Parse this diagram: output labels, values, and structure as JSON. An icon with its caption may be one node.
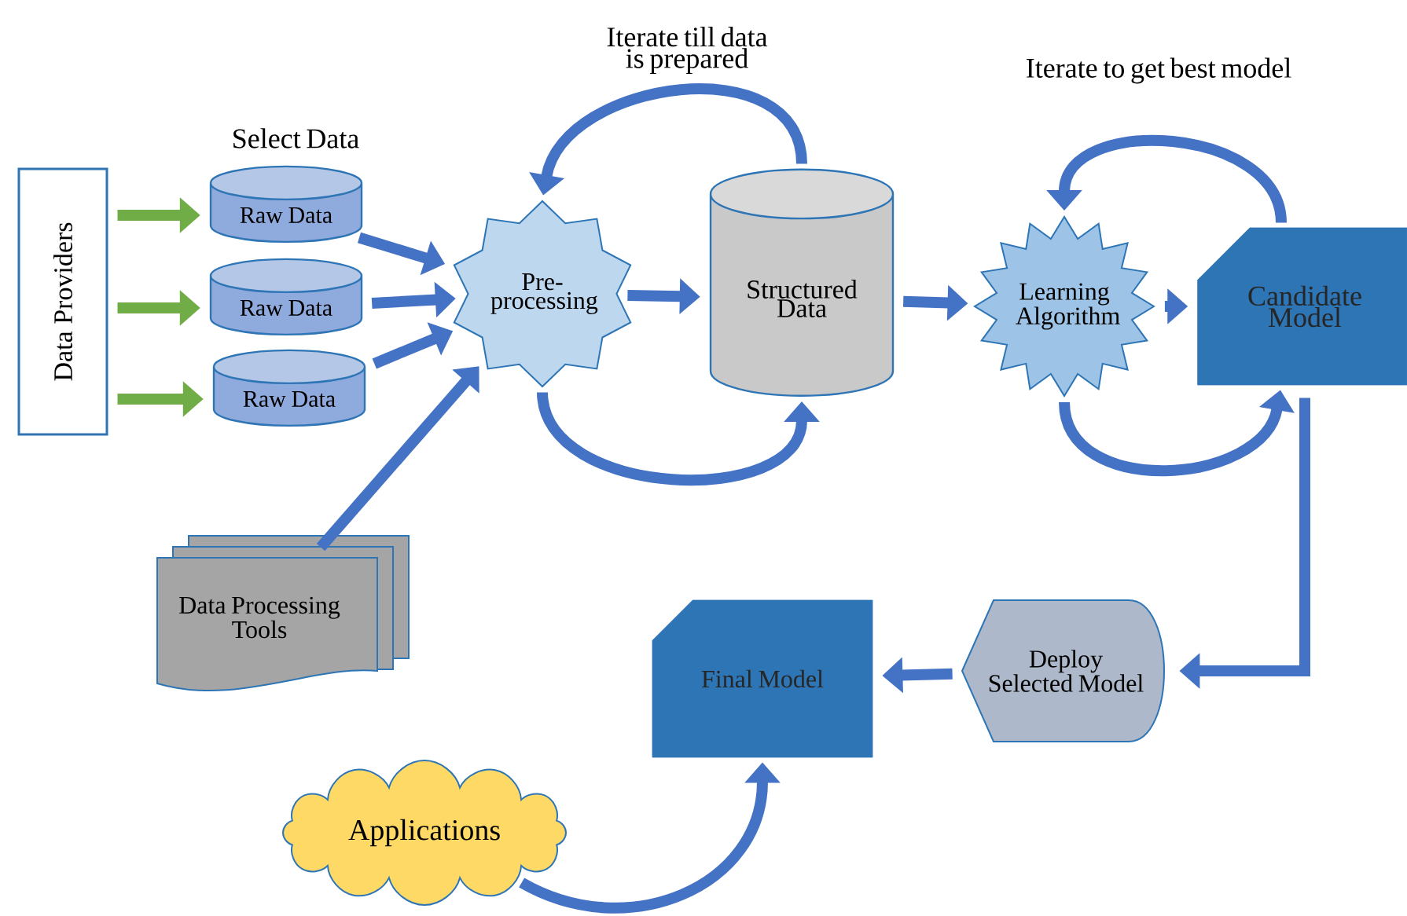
{
  "diagram": {
    "nodes": [
      {
        "text": [
          "Data Providers"
        ]
      },
      {
        "text": [
          "Raw Data"
        ]
      },
      {
        "text": [
          "Raw Data"
        ]
      },
      {
        "text": [
          "Raw Data"
        ]
      },
      {
        "text": [
          "Pre-processing"
        ]
      },
      {
        "text": [
          "Structured Data"
        ]
      },
      {
        "text": [
          "Learning Algorithm"
        ]
      },
      {
        "text": [
          "Candidate Model"
        ]
      },
      {
        "text": [
          "Deploy Selected Model"
        ]
      },
      {
        "text": [
          "Final Model"
        ]
      },
      {
        "text": [
          "Data Processing Tools"
        ]
      },
      {
        "text": [
          "Applications"
        ]
      }
    ],
    "edges": [
      {
        "from": 0,
        "to": 1,
        "arrow": "to",
        "color": "#70ad47"
      },
      {
        "from": 0,
        "to": 2,
        "arrow": "to",
        "color": "#70ad47"
      },
      {
        "from": 0,
        "to": 3,
        "arrow": "to",
        "color": "#70ad47"
      },
      {
        "from": 1,
        "to": 4,
        "arrow": "to"
      },
      {
        "from": 2,
        "to": 4,
        "arrow": "to"
      },
      {
        "from": 3,
        "to": 4,
        "arrow": "to"
      },
      {
        "from": 10,
        "to": 4,
        "arrow": "to"
      },
      {
        "from": 4,
        "to": 5,
        "arrow": "to"
      },
      {
        "from": 5,
        "to": 4,
        "arrow": "to"
      },
      {
        "from": 4,
        "to": 5,
        "arrow": "to"
      },
      {
        "from": 5,
        "to": 6,
        "arrow": "to"
      },
      {
        "from": 6,
        "to": 7,
        "arrow": "to"
      },
      {
        "from": 7,
        "to": 6,
        "arrow": "to"
      },
      {
        "from": 6,
        "to": 7,
        "arrow": "to"
      },
      {
        "from": 7,
        "to": 8,
        "arrow": "to"
      },
      {
        "from": 8,
        "to": 9,
        "arrow": "to"
      },
      {
        "from": 11,
        "to": 9,
        "arrow": "to"
      }
    ],
    "labels": [
      "Iterate till data is prepared",
      "Iterate to get best model",
      "Select Data"
    ]
  }
}
